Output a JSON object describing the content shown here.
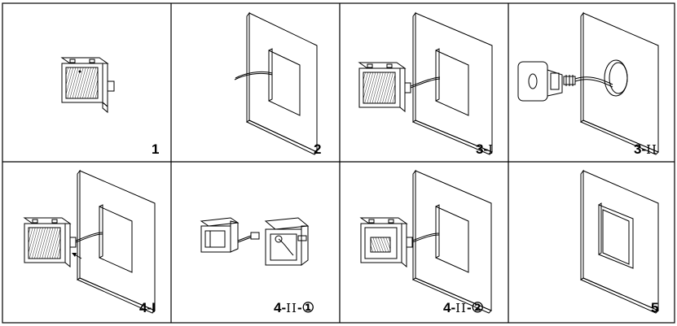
{
  "panels": [
    {
      "step": "1",
      "label": "1",
      "label_roman": ""
    },
    {
      "step": "2",
      "label": "2",
      "label_roman": ""
    },
    {
      "step": "3-I",
      "label": "3-",
      "label_roman": "I"
    },
    {
      "step": "3-II",
      "label": "3-",
      "label_roman": "II"
    },
    {
      "step": "4-I",
      "label": "4-I",
      "label_roman": ""
    },
    {
      "step": "4-II-1",
      "label": "4-",
      "label_roman": "II",
      "label_suffix": "-①"
    },
    {
      "step": "4-II-2",
      "label": "4-",
      "label_roman": "II",
      "label_suffix": "-②"
    },
    {
      "step": "5",
      "label": "5",
      "label_roman": ""
    }
  ],
  "colors": {
    "line": "#000000",
    "background": "#ffffff"
  }
}
